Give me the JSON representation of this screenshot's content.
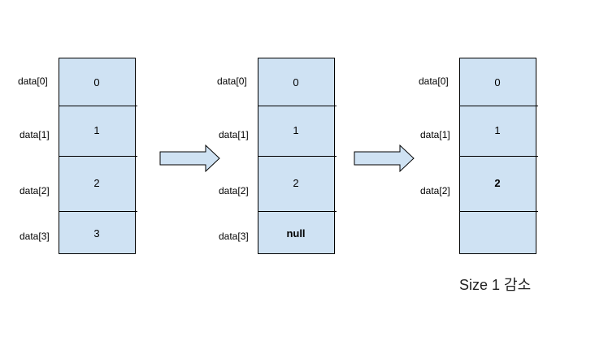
{
  "arrays": [
    {
      "labels": [
        "data[0]",
        "data[1]",
        "data[2]",
        "data[3]"
      ],
      "values": [
        "0",
        "1",
        "2",
        "3"
      ]
    },
    {
      "labels": [
        "data[0]",
        "data[1]",
        "data[2]",
        "data[3]"
      ],
      "values": [
        "0",
        "1",
        "2",
        "null"
      ]
    },
    {
      "labels": [
        "data[0]",
        "data[1]",
        "data[2]"
      ],
      "values": [
        "0",
        "1",
        "2",
        ""
      ]
    }
  ],
  "caption": "Size 1 감소",
  "colors": {
    "cell_fill": "#cfe2f3",
    "stroke": "#000000"
  }
}
